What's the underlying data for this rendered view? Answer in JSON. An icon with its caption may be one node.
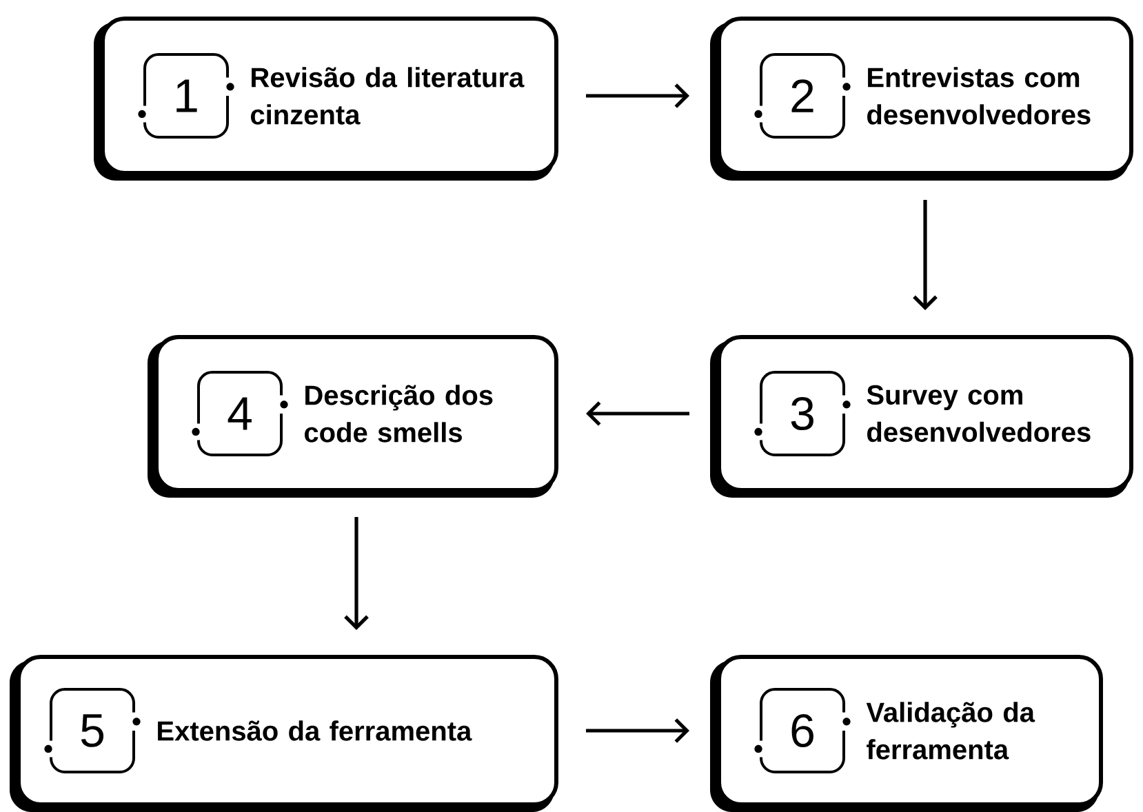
{
  "diagram": {
    "nodes": [
      {
        "text": [
          "1",
          "Revisão da literatura cinzenta"
        ]
      },
      {
        "text": [
          "2",
          "Entrevistas com desenvolvedores"
        ]
      },
      {
        "text": [
          "3",
          "Survey com desenvolvedores"
        ]
      },
      {
        "text": [
          "4",
          "Descrição dos code smells"
        ]
      },
      {
        "text": [
          "5",
          "Extensão da ferramenta"
        ]
      },
      {
        "text": [
          "6",
          "Validação da ferramenta"
        ]
      }
    ],
    "edges": [
      {
        "from": 0,
        "to": 1,
        "arrow": "to"
      },
      {
        "from": 1,
        "to": 2,
        "arrow": "to"
      },
      {
        "from": 2,
        "to": 3,
        "arrow": "to"
      },
      {
        "from": 3,
        "to": 4,
        "arrow": "to"
      },
      {
        "from": 4,
        "to": 5,
        "arrow": "to"
      }
    ]
  }
}
